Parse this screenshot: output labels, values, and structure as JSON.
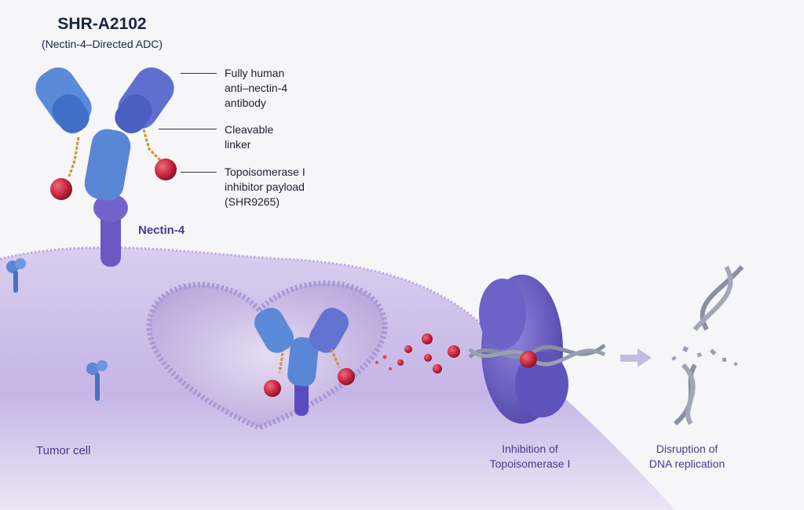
{
  "title": "SHR-A2102",
  "subtitle": "(Nectin-4–Directed ADC)",
  "callouts": [
    {
      "lines": [
        "Fully human",
        "anti–nectin-4",
        "antibody"
      ]
    },
    {
      "lines": [
        "Cleavable",
        "linker"
      ]
    },
    {
      "lines": [
        "Topoisomerase I",
        "inhibitor payload",
        "(SHR9265)"
      ]
    }
  ],
  "labels": {
    "nectin": "Nectin-4",
    "tumor": "Tumor cell"
  },
  "captions": {
    "inhibition": [
      "Inhibition of",
      "Topoisomerase I"
    ],
    "disruption": [
      "Disruption of",
      "DNA replication"
    ]
  },
  "colors": {
    "antibody": "#5a86d6",
    "antibody_dark": "#3f5fb8",
    "receptor": "#6b57c2",
    "payload": "#c7263e",
    "linker": "#c9952e",
    "cell": "#cbbbe6",
    "dna": "#8a8fa3"
  }
}
